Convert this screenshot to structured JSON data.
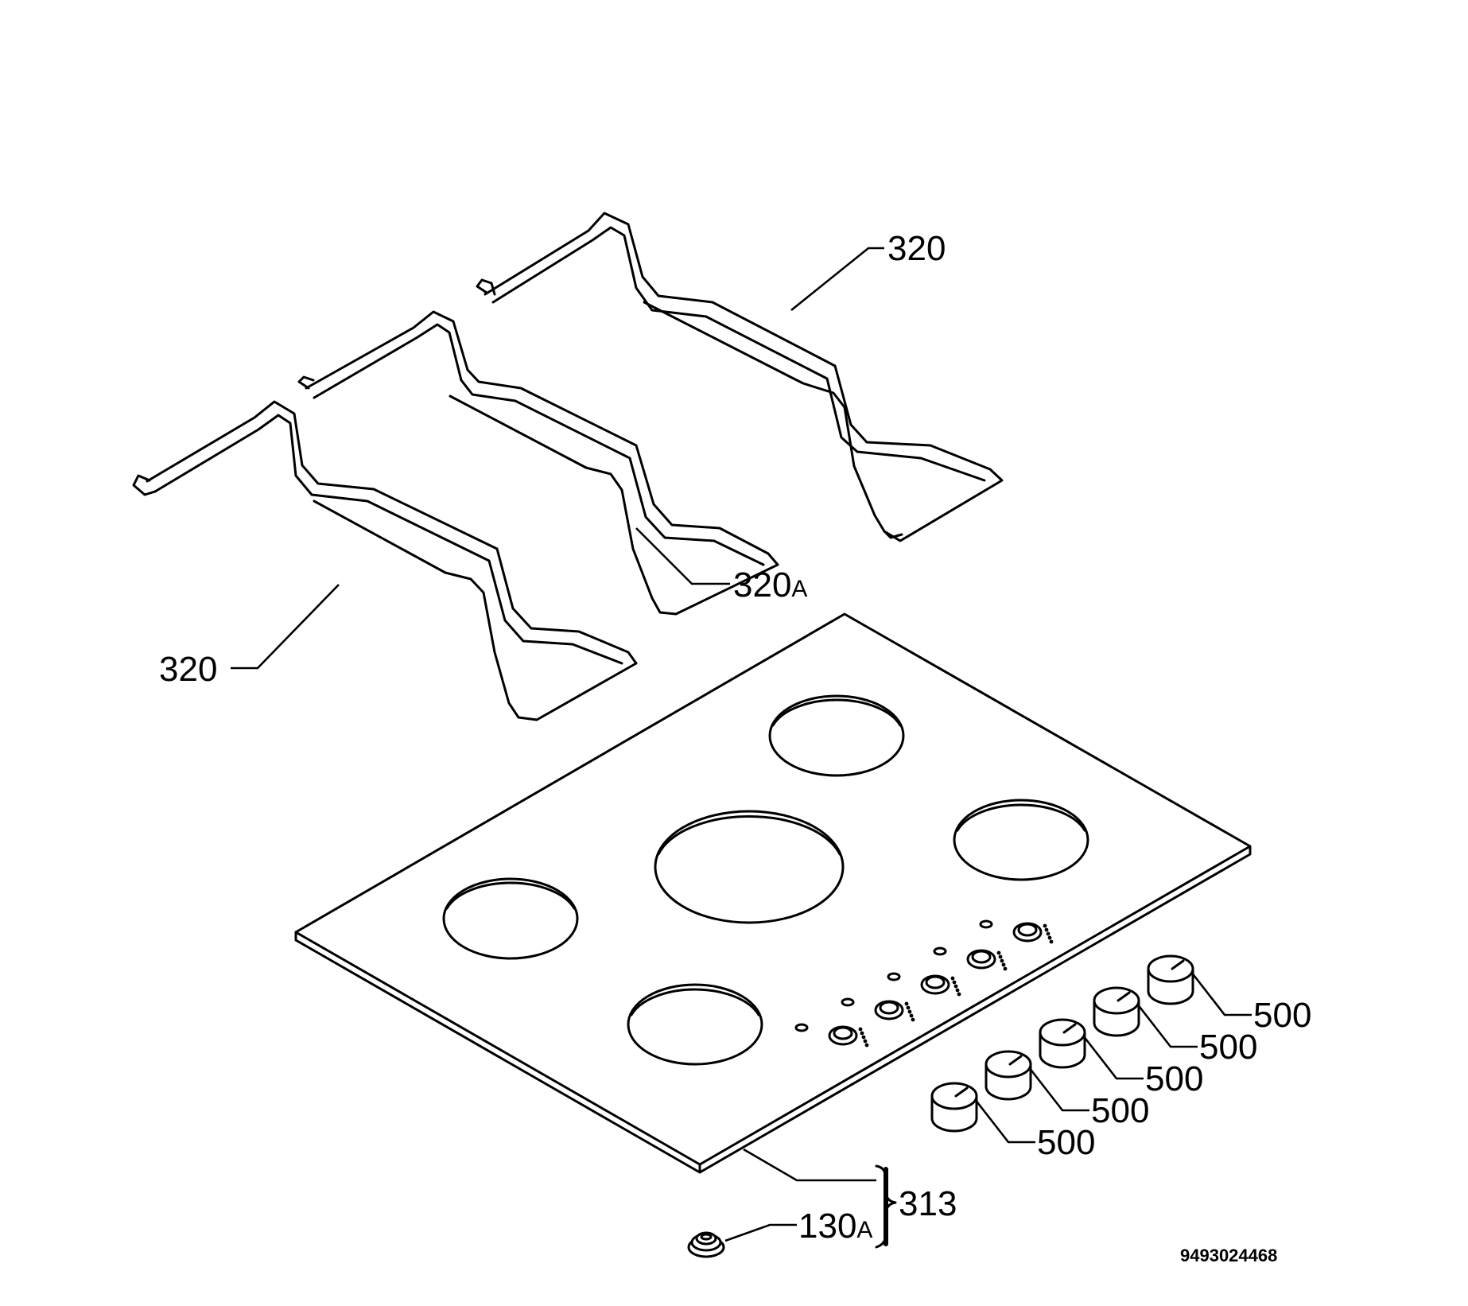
{
  "callouts": {
    "grid_right": "320",
    "grid_left": "320",
    "grid_middle_number": "320",
    "grid_middle_suffix": "A",
    "knob_1": "500",
    "knob_2": "500",
    "knob_3": "500",
    "knob_4": "500",
    "knob_5": "500",
    "hob_top": "313",
    "foot_number": "130",
    "foot_suffix": "A"
  },
  "document_number": "9493024468"
}
